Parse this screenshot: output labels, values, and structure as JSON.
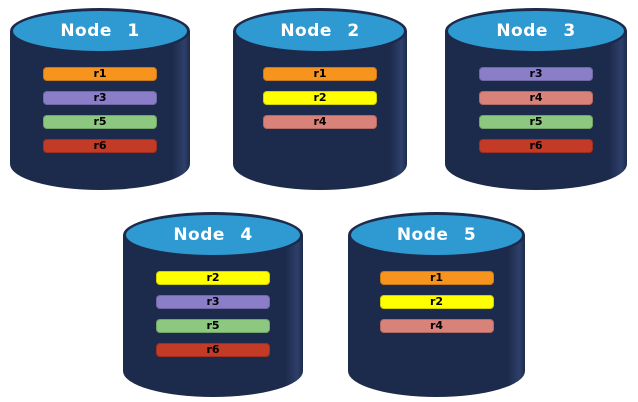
{
  "diagram": {
    "nodes": [
      {
        "name": "Node 1",
        "replicas": [
          "r1",
          "r3",
          "r5",
          "r6"
        ]
      },
      {
        "name": "Node 2",
        "replicas": [
          "r1",
          "r2",
          "r4"
        ]
      },
      {
        "name": "Node 3",
        "replicas": [
          "r3",
          "r4",
          "r5",
          "r6"
        ]
      },
      {
        "name": "Node 4",
        "replicas": [
          "r2",
          "r3",
          "r5",
          "r6"
        ]
      },
      {
        "name": "Node 5",
        "replicas": [
          "r1",
          "r2",
          "r4"
        ]
      }
    ],
    "replica_colors": {
      "r1": "#F7941D",
      "r2": "#FFFF00",
      "r3": "#8B7EC8",
      "r4": "#D9827A",
      "r5": "#8CC87F",
      "r6": "#C33A27"
    },
    "cylinder_colors": {
      "body": "#1C2A4B",
      "body_edge_highlight": "#2E3F6A",
      "top": "#2F9AD2",
      "outline": "#1C2A4B",
      "title_text": "#FFFFFF",
      "replica_label_text": "#000000"
    }
  }
}
